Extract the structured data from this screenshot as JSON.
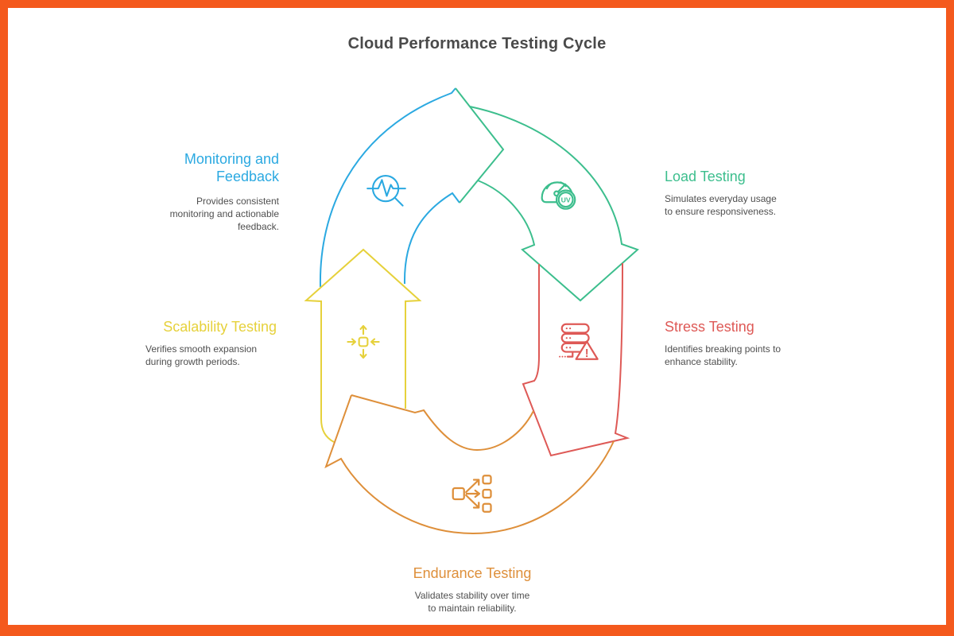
{
  "frame": {
    "border_color": "#F4591D"
  },
  "title": "Cloud Performance Testing Cycle",
  "stages": [
    {
      "label": "Monitoring and\nFeedback",
      "description": "Provides consistent\nmonitoring and actionable\nfeedback.",
      "color": "#2BA9E1",
      "icon": "pulse-magnifier-icon"
    },
    {
      "label": "Load Testing",
      "description": "Simulates everyday usage\nto ensure responsiveness.",
      "color": "#3CBE8D",
      "icon": "gauge-users-icon",
      "badge_text": "UV"
    },
    {
      "label": "Stress Testing",
      "description": "Identifies breaking points to\nenhance stability.",
      "color": "#DE5956",
      "icon": "server-warning-icon",
      "warning_text": "!"
    },
    {
      "label": "Scalability Testing",
      "description": "Verifies smooth expansion\nduring growth periods.",
      "color": "#E6D13B",
      "icon": "expand-arrows-icon"
    },
    {
      "label": "Endurance Testing",
      "description": "Validates stability over time\nto maintain reliability.",
      "color": "#DE8F3A",
      "icon": "distribution-icon"
    }
  ]
}
